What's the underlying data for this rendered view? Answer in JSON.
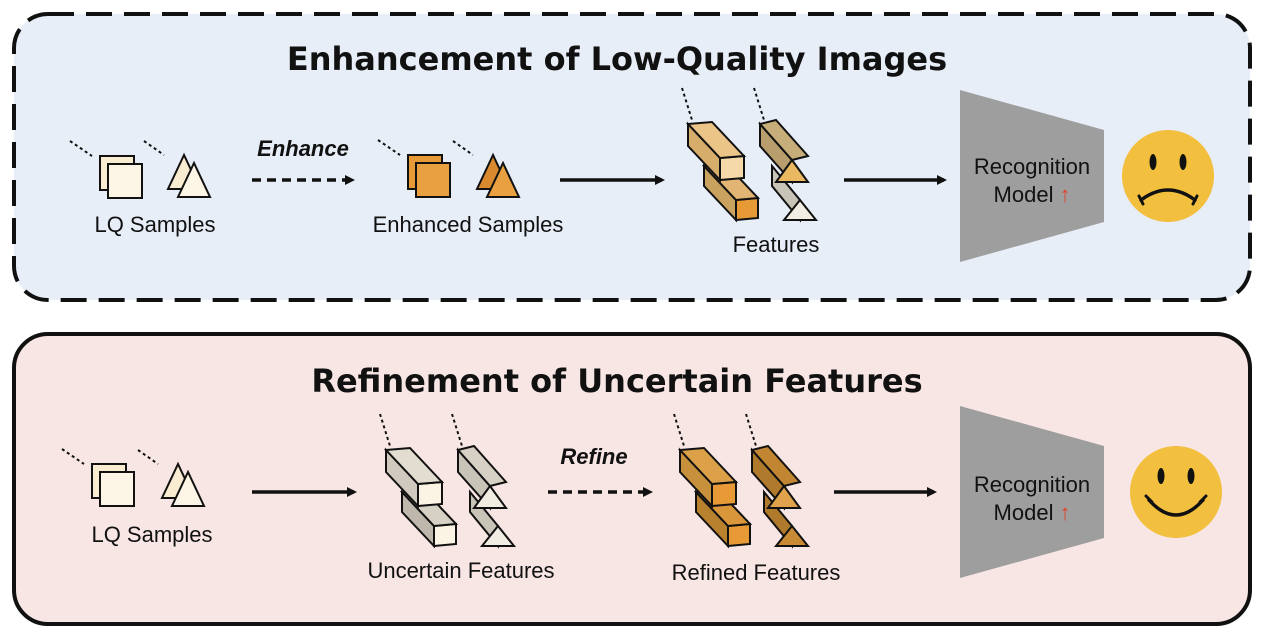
{
  "panels": [
    {
      "title": "Enhancement of Low-Quality Images",
      "input_label": "LQ Samples",
      "operation_label": "Enhance",
      "intermediate_label": "Enhanced Samples",
      "features_label": "Features",
      "model_line1": "Recognition",
      "model_line2": "Model",
      "model_arrow": "↑",
      "outcome": "sad-face"
    },
    {
      "title": "Refinement of Uncertain Features",
      "input_label": "LQ Samples",
      "features_label": "Uncertain Features",
      "operation_label": "Refine",
      "output_label": "Refined Features",
      "model_line1": "Recognition",
      "model_line2": "Model",
      "model_arrow": "↑",
      "outcome": "happy-face"
    }
  ],
  "colors": {
    "top_bg": "#e8eef8",
    "bottom_bg": "#f8e6e5",
    "light_fill": "#faecd0",
    "enhanced_fill": "#e79a35",
    "gray_fill": "#c9c4b8",
    "gold_fill": "#c7913c",
    "model_fill": "#9e9e9e",
    "face_fill": "#f2c03e",
    "red_arrow": "#e0442c"
  }
}
